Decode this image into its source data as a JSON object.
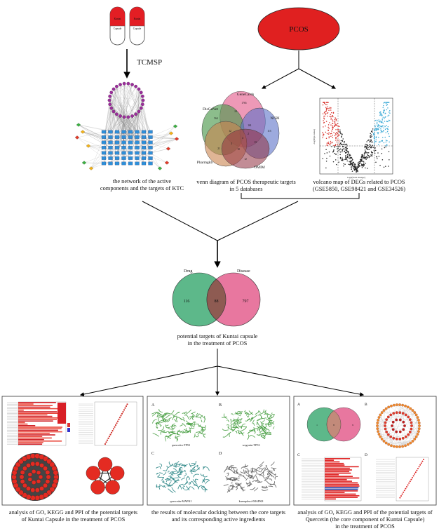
{
  "capsule": {
    "label_top": "Kuntai",
    "label_bottom": "Capsule"
  },
  "tcmsp_label": "TCMSP",
  "pcos_label": "PCOS",
  "network_caption": [
    "the network of the active",
    "components and the targets of KTC"
  ],
  "venn5": {
    "labels": [
      "GeneCards",
      "DisGeNet",
      "NCBI",
      "Pharmgkb",
      "OMIM"
    ],
    "numbers": [
      "1765",
      "564",
      "115",
      "21",
      "12",
      "24",
      "161",
      "12",
      "13",
      "3",
      "4",
      "10",
      "2"
    ],
    "caption": [
      "venn diagram of PCOS therapeutic targets",
      "in 5 databases"
    ]
  },
  "volcano": {
    "ylabel": "-log10(p-value)",
    "xlabel": "log2(Fold change)",
    "caption": [
      "volcano map of DEGs related to PCOS",
      "(GSE5850, GSE98421 and GSE34526)"
    ]
  },
  "venn2": {
    "left_label": "Drug",
    "right_label": "Disease",
    "left_value": "116",
    "overlap_value": "88",
    "right_value": "797",
    "caption": [
      "potential targets of Kuntai capsule",
      "in the treatment of PCOS"
    ]
  },
  "panels": {
    "left_caption": [
      "analysis of GO, KEGG and PPI of the potential targets",
      "of Kuntai Capsule in the treatment of PCOS"
    ],
    "middle_caption": [
      "the results of molecular docking between the core targets",
      "and its corresponding active ingredients"
    ],
    "right_caption": [
      "analysis of GO, KEGG and PPI of the potential targets of",
      "Quercetin (the core component of Kuntai Capsule)",
      "in the treatment of PCOS"
    ],
    "docking": {
      "A_letter": "A",
      "A_label": "quercetin-TP53",
      "B_letter": "B",
      "B_label": "wogonin-TP53",
      "C_letter": "C",
      "C_label": "quercetin-MAPK1",
      "D_letter": "D",
      "D_label": "kaempferol-MAPK8"
    },
    "right_letters": [
      "A",
      "B",
      "C",
      "D"
    ],
    "right_venn_numbers": [
      "1",
      "8",
      "9"
    ]
  },
  "colors": {
    "pcos_red": "#e02020",
    "capsule_red": "#e31e24",
    "venn_green": "#5db88a",
    "venn_pink": "#e8779f",
    "overlap": "#8e5b52"
  }
}
